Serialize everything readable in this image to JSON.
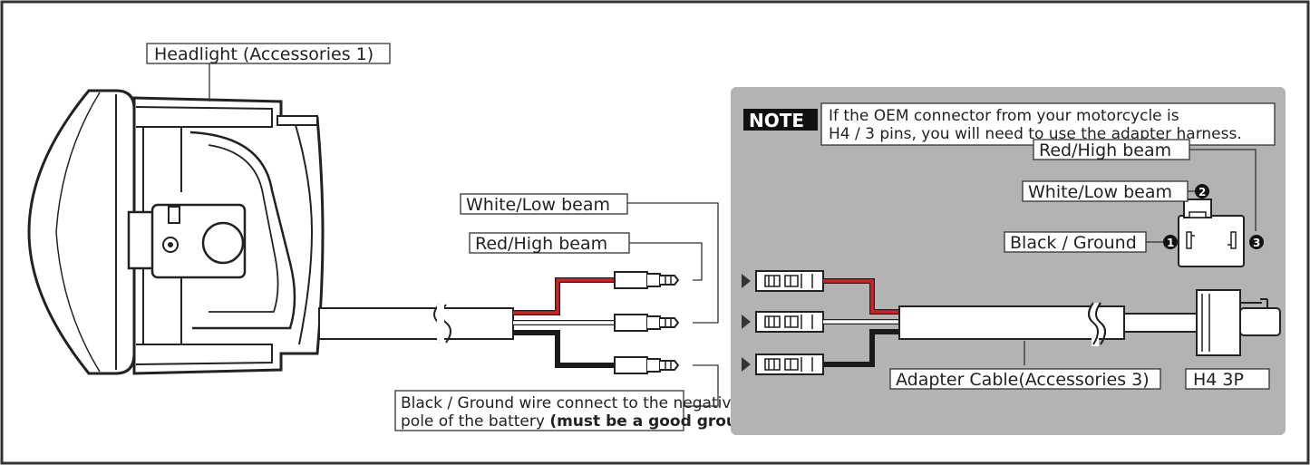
{
  "labels": {
    "headlight": "Headlight (Accessories 1)",
    "white_low_left": "White/Low beam",
    "red_high_left": "Red/High beam",
    "ground_line1": "Black / Ground wire connect to the negative",
    "ground_line2_normal": "pole of the battery ",
    "ground_line2_bold": "(must be a good ground)",
    "red_high_right": "Red/High beam",
    "white_low_right": "White/Low beam",
    "black_ground_right": "Black / Ground",
    "adapter_cable": "Adapter Cable(Accessories 3)",
    "h4": "H4  3P"
  },
  "note": {
    "tag": "NOTE",
    "line1": "If the OEM connector from your motorcycle is",
    "line2": "H4 / 3 pins, you will need to use the adapter harness."
  },
  "pins": [
    "1",
    "2",
    "3"
  ],
  "colors": {
    "frame": "#333333",
    "panel": "#b3b3b3",
    "red_wire": "#d81e26",
    "black_wire": "#1a1a1a",
    "white_wire": "#ffffff"
  }
}
